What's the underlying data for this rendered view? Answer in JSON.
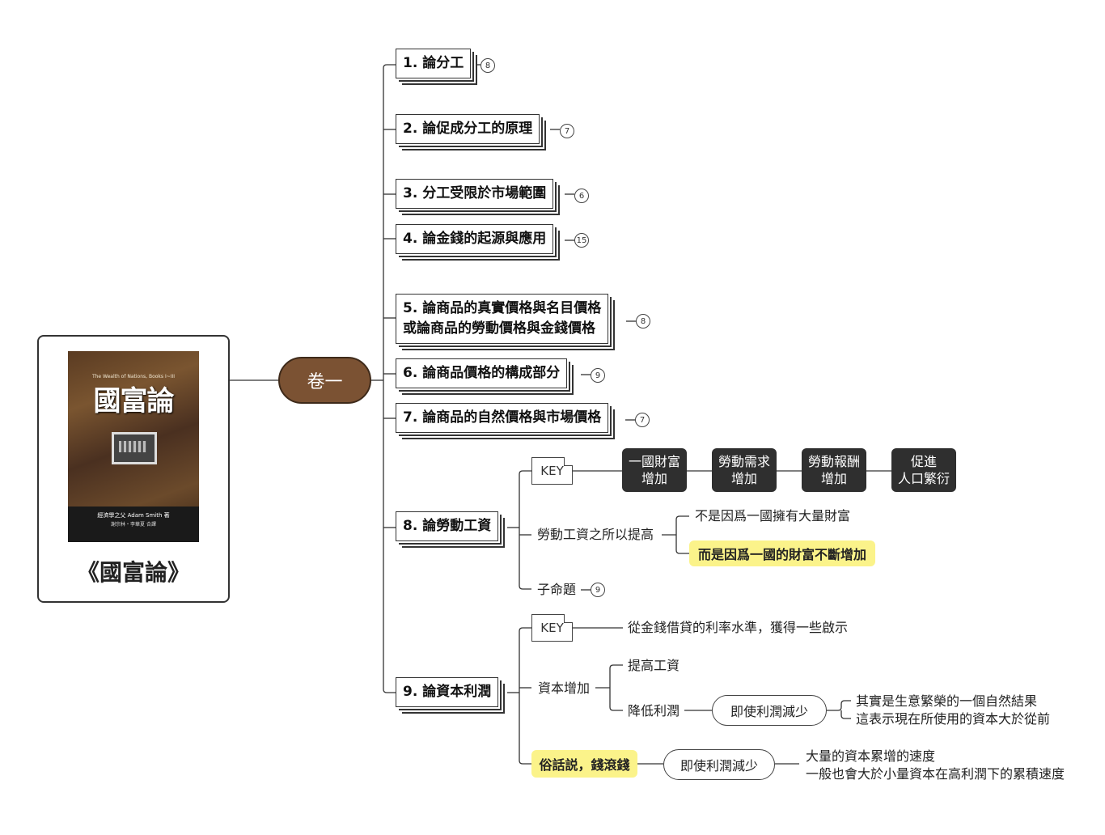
{
  "book": {
    "cover_subtitle": "The Wealth of Nations, Books I~III",
    "cover_title": "國富論",
    "cover_author": "經濟學之父 Adam Smith 著",
    "cover_translator": "謝宗林・李華夏 合譯",
    "caption": "《國富論》"
  },
  "root": {
    "label": "卷一"
  },
  "chapters": [
    {
      "label": "1. 論分工",
      "count": "8"
    },
    {
      "label": "2. 論促成分工的原理",
      "count": "7"
    },
    {
      "label": "3. 分工受限於市場範圍",
      "count": "6"
    },
    {
      "label": "4. 論金錢的起源與應用",
      "count": "15"
    },
    {
      "label_line1": "5. 論商品的真實價格與名目價格",
      "label_line2": "或論商品的勞動價格與金錢價格",
      "count": "8"
    },
    {
      "label": "6. 論商品價格的構成部分",
      "count": "9"
    },
    {
      "label": "7. 論商品的自然價格與市場價格",
      "count": "7"
    },
    {
      "label": "8. 論勞動工資"
    },
    {
      "label": "9. 論資本利潤"
    }
  ],
  "ch8": {
    "key_label": "KEY",
    "chain": [
      {
        "line1": "一國財富",
        "line2": "增加"
      },
      {
        "line1": "勞動需求",
        "line2": "增加"
      },
      {
        "line1": "勞動報酬",
        "line2": "增加"
      },
      {
        "line1": "促進",
        "line2": "人口繁衍"
      }
    ],
    "reason_label": "勞動工資之所以提高",
    "reason_not": "不是因爲一國擁有大量財富",
    "reason_but": "而是因爲一國的財富不斷增加",
    "sub_label": "子命題",
    "sub_count": "9"
  },
  "ch9": {
    "key_label": "KEY",
    "key_text": "從金錢借貸的利率水準，獲得一些啟示",
    "capital_label": "資本增加",
    "raise_wage": "提高工資",
    "lower_profit": "降低利潤",
    "even_if": "即使利潤減少",
    "result_line1": "其實是生意繁榮的一個自然結果",
    "result_line2": "這表示現在所使用的資本大於從前",
    "proverb": "俗話説，錢滾錢",
    "even_if2": "即使利潤減少",
    "proverb_line1": "大量的資本累增的速度",
    "proverb_line2": "一般也會大於小量資本在高利潤下的累積速度"
  }
}
